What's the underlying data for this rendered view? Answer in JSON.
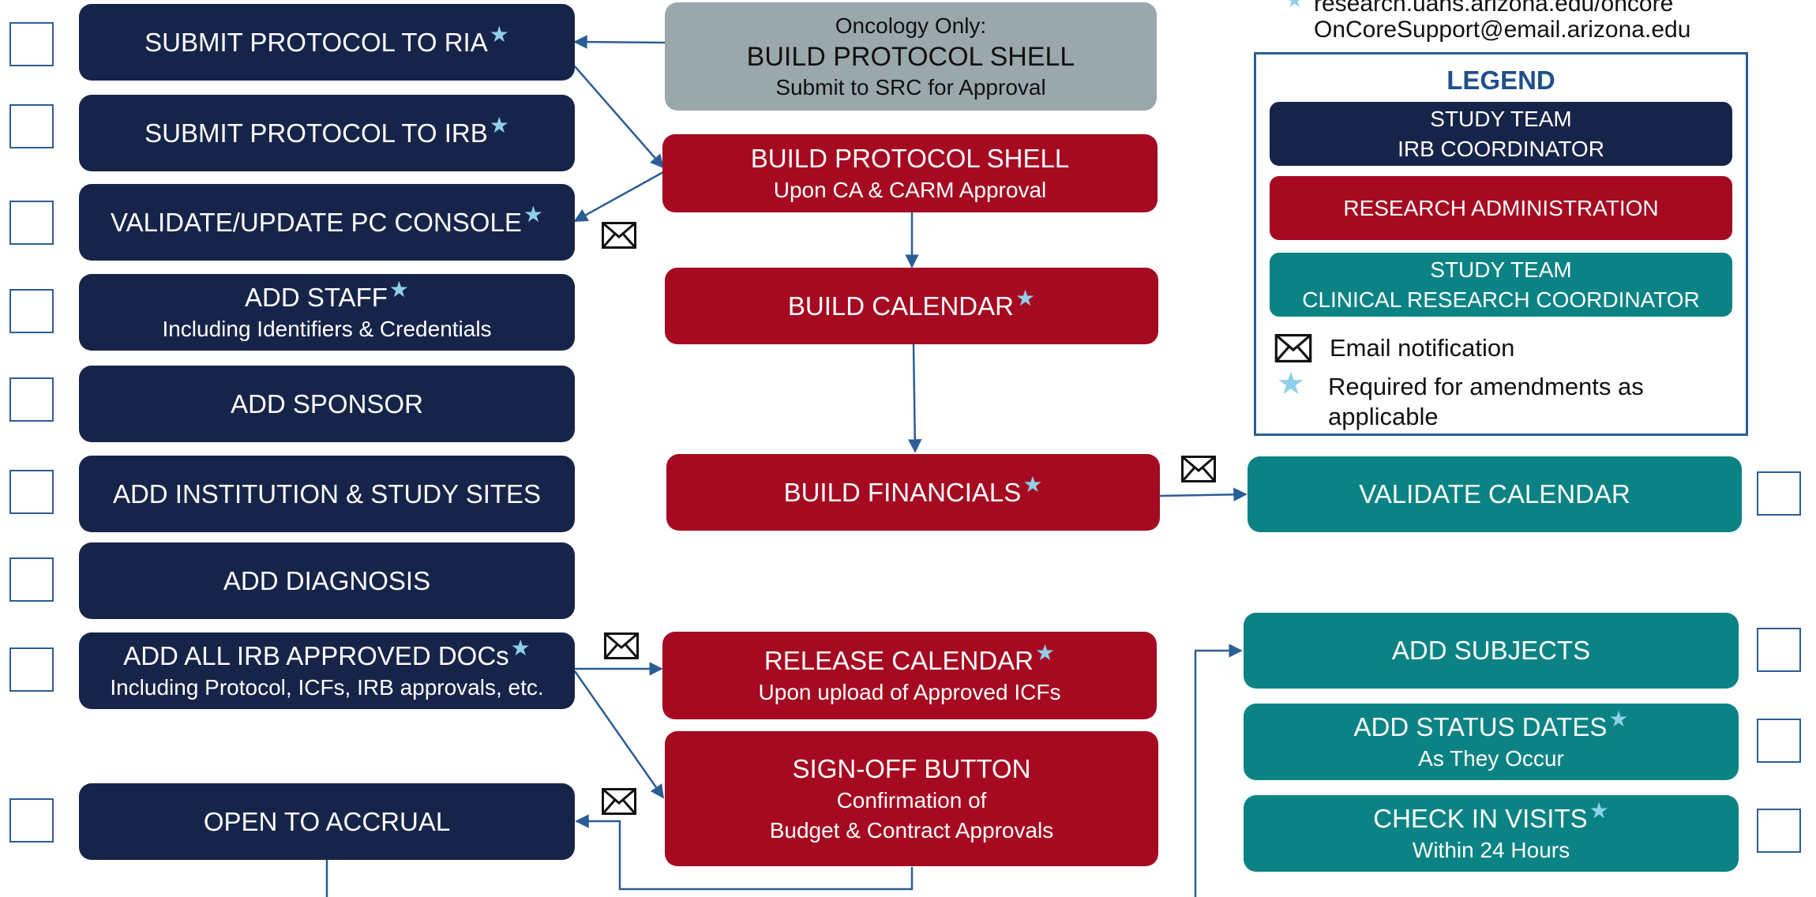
{
  "contact": {
    "line1": "research.uahs.arizona.edu/oncore",
    "line2": "OnCoreSupport@email.arizona.edu"
  },
  "colors": {
    "study_team_irb": "#17244a",
    "research_admin": "#a50a21",
    "study_team_crc": "#0b8384",
    "oncology_only": "#9aa8ac",
    "star": "#8fd0ea",
    "connector": "#2b5d95"
  },
  "left_column": {
    "submit_ria": "SUBMIT PROTOCOL TO RIA",
    "submit_irb": "SUBMIT PROTOCOL TO IRB",
    "validate_console": "VALIDATE/UPDATE PC  CONSOLE",
    "add_staff": "ADD STAFF",
    "add_staff_sub": "Including Identifiers & Credentials",
    "add_sponsor": "ADD SPONSOR",
    "add_institution": "ADD INSTITUTION & STUDY SITES",
    "add_diagnosis": "ADD DIAGNOSIS",
    "add_docs": "ADD ALL IRB APPROVED DOCs",
    "add_docs_sub": "Including Protocol, ICFs, IRB approvals, etc.",
    "open_accrual": "OPEN TO ACCRUAL"
  },
  "middle_column": {
    "oncology_label": "Oncology Only:",
    "oncology_title": "BUILD PROTOCOL SHELL",
    "oncology_sub": "Submit to SRC for Approval",
    "build_shell": "BUILD PROTOCOL SHELL",
    "build_shell_sub": "Upon CA & CARM Approval",
    "build_calendar": "BUILD CALENDAR",
    "build_financials": "BUILD FINANCIALS",
    "release_calendar": "RELEASE CALENDAR",
    "release_calendar_sub": "Upon upload of Approved ICFs",
    "signoff": "SIGN-OFF BUTTON",
    "signoff_sub1": "Confirmation of",
    "signoff_sub2": "Budget & Contract Approvals"
  },
  "right_column": {
    "validate_calendar": "VALIDATE CALENDAR",
    "add_subjects": "ADD SUBJECTS",
    "add_status_dates": "ADD STATUS DATES",
    "add_status_dates_sub": "As They Occur",
    "check_in_visits": "CHECK IN VISITS",
    "check_in_visits_sub": "Within 24 Hours"
  },
  "legend": {
    "title": "LEGEND",
    "study_team_1": "STUDY TEAM",
    "study_team_1_sub": "IRB COORDINATOR",
    "research_admin": "RESEARCH ADMINISTRATION",
    "study_team_2": "STUDY TEAM",
    "study_team_2_sub": "CLINICAL RESEARCH  COORDINATOR",
    "email_label": "Email notification",
    "star_label_1": "Required for amendments as",
    "star_label_2": "applicable"
  },
  "symbols": {
    "star": "★",
    "envelope": "envelope-icon"
  }
}
